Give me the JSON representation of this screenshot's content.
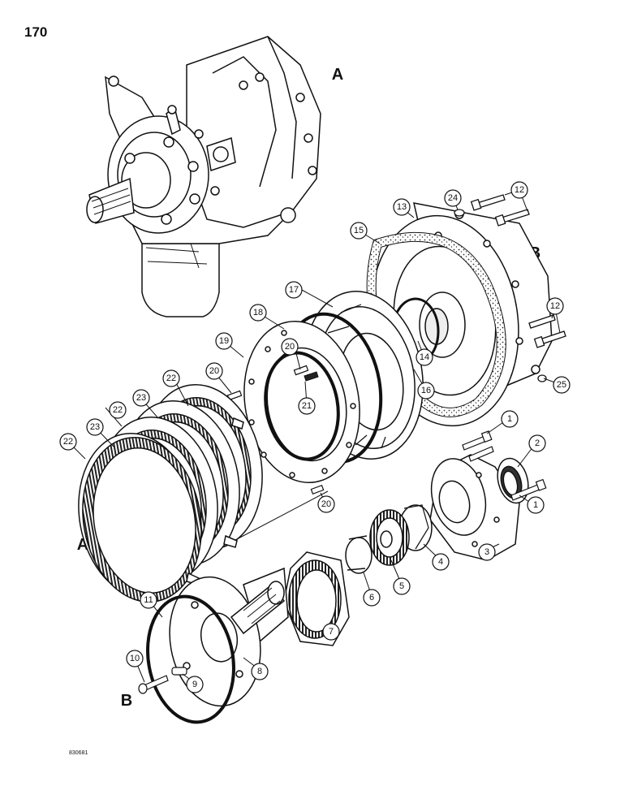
{
  "page_number": "170",
  "figure_code": "830681",
  "reference_labels": {
    "a": "A",
    "b": "B"
  },
  "callouts": {
    "c1": "1",
    "c2": "2",
    "c3": "3",
    "c4": "4",
    "c5": "5",
    "c6": "6",
    "c7": "7",
    "c8": "8",
    "c9": "9",
    "c10": "10",
    "c11": "11",
    "c12": "12",
    "c13": "13",
    "c14": "14",
    "c15": "15",
    "c16": "16",
    "c17": "17",
    "c18": "18",
    "c19": "19",
    "c20": "20",
    "c21": "21",
    "c22": "22",
    "c23": "23",
    "c24": "24",
    "c25": "25"
  },
  "colors": {
    "ink": "#111111",
    "paper": "#ffffff",
    "shade": "#9a9a9a"
  }
}
